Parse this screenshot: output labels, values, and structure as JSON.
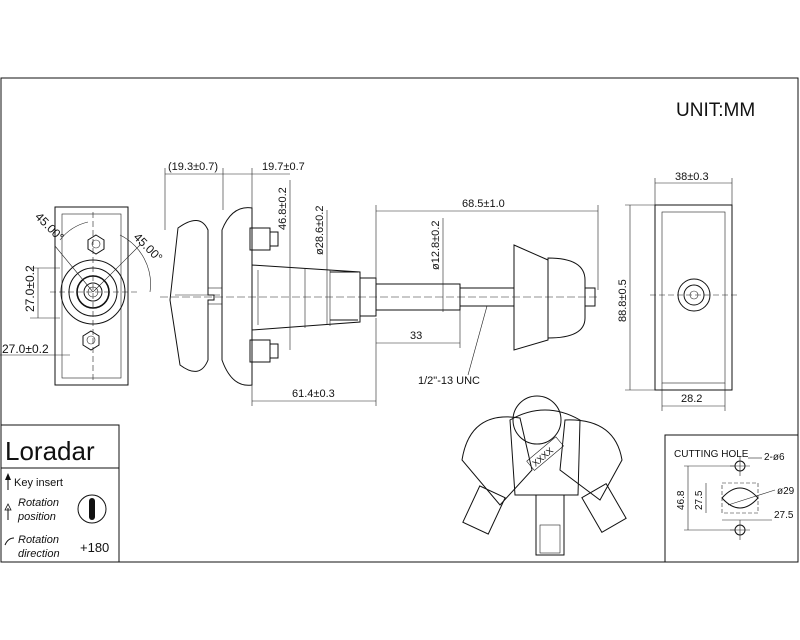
{
  "header": {
    "unit_label": "UNIT:MM"
  },
  "dimensions": {
    "left_flange": "(19.3±0.7)",
    "right_flange": "19.7±0.7",
    "height_46_8": "46.8±0.2",
    "dia_28_6": "ø28.6±0.2",
    "length_68_5": "68.5±1.0",
    "dia_12_8": "ø12.8±0.2",
    "length_33": "33",
    "thread": "1/2\"-13 UNC",
    "length_61_4": "61.4±0.3",
    "angle_left": "45.00°",
    "angle_right": "45.00°",
    "height_27_left": "27.0±0.2",
    "width_27_bottom": "27.0±0.2",
    "width_38": "38±0.3",
    "height_88_8": "88.8±0.5",
    "width_28_2": "28.2"
  },
  "brand": {
    "logo_text": "Loradar"
  },
  "legend": {
    "key_insert": "Key insert",
    "rotation_position_1": "Rotation",
    "rotation_position_2": "position",
    "rotation_direction_1": "Rotation",
    "rotation_direction_2": "direction",
    "rotation_angle": "+180"
  },
  "keys": {
    "key_code": "XXXX"
  },
  "cutting_hole": {
    "title": "CUTTING HOLE",
    "holes": "2-ø6",
    "dia": "ø29",
    "height": "46.8",
    "inner": "27.5",
    "width": "27.5"
  }
}
